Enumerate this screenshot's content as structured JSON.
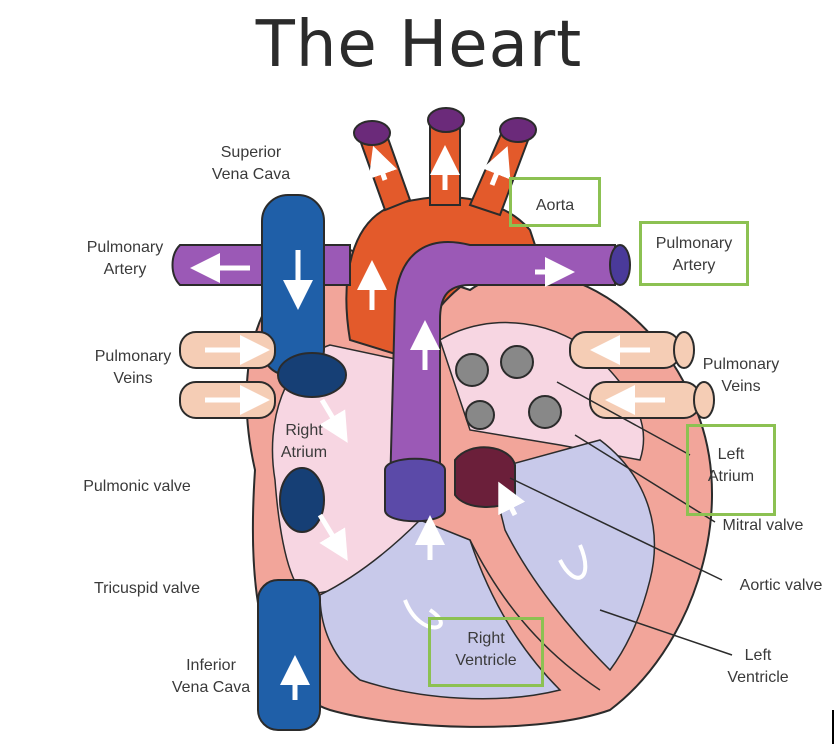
{
  "title": "The Heart",
  "labels": {
    "superior_vena_cava": [
      "Superior",
      "Vena Cava"
    ],
    "pulmonary_artery_left": [
      "Pulmonary",
      "Artery"
    ],
    "pulmonary_veins_left": [
      "Pulmonary",
      "Veins"
    ],
    "pulmonic_valve": "Pulmonic valve",
    "tricuspid_valve": "Tricuspid valve",
    "inferior_vena_cava": [
      "Inferior",
      "Vena Cava"
    ],
    "right_atrium": [
      "Right",
      "Atrium"
    ],
    "aorta": "Aorta",
    "pulmonary_artery_right": [
      "Pulmonary",
      "Artery"
    ],
    "pulmonary_veins_right": [
      "Pulmonary",
      "Veins"
    ],
    "left_atrium": [
      "Left",
      "Atrium"
    ],
    "mitral_valve": "Mitral valve",
    "aortic_valve": "Aortic valve",
    "right_ventricle": [
      "Right",
      "Ventricle"
    ],
    "left_ventricle": [
      "Left",
      "Ventricle"
    ]
  },
  "colors": {
    "aorta": "#e35a2b",
    "pulmonary": "#9b59b6",
    "vena_cava": "#1f5fa8",
    "heart_wall": "#f2a59a",
    "heart_inner": "#f7d6e2",
    "ventricle": "#c8c9ea",
    "pulmonary_vein": "#f5cdb5",
    "highlight_box": "#8cc152"
  }
}
